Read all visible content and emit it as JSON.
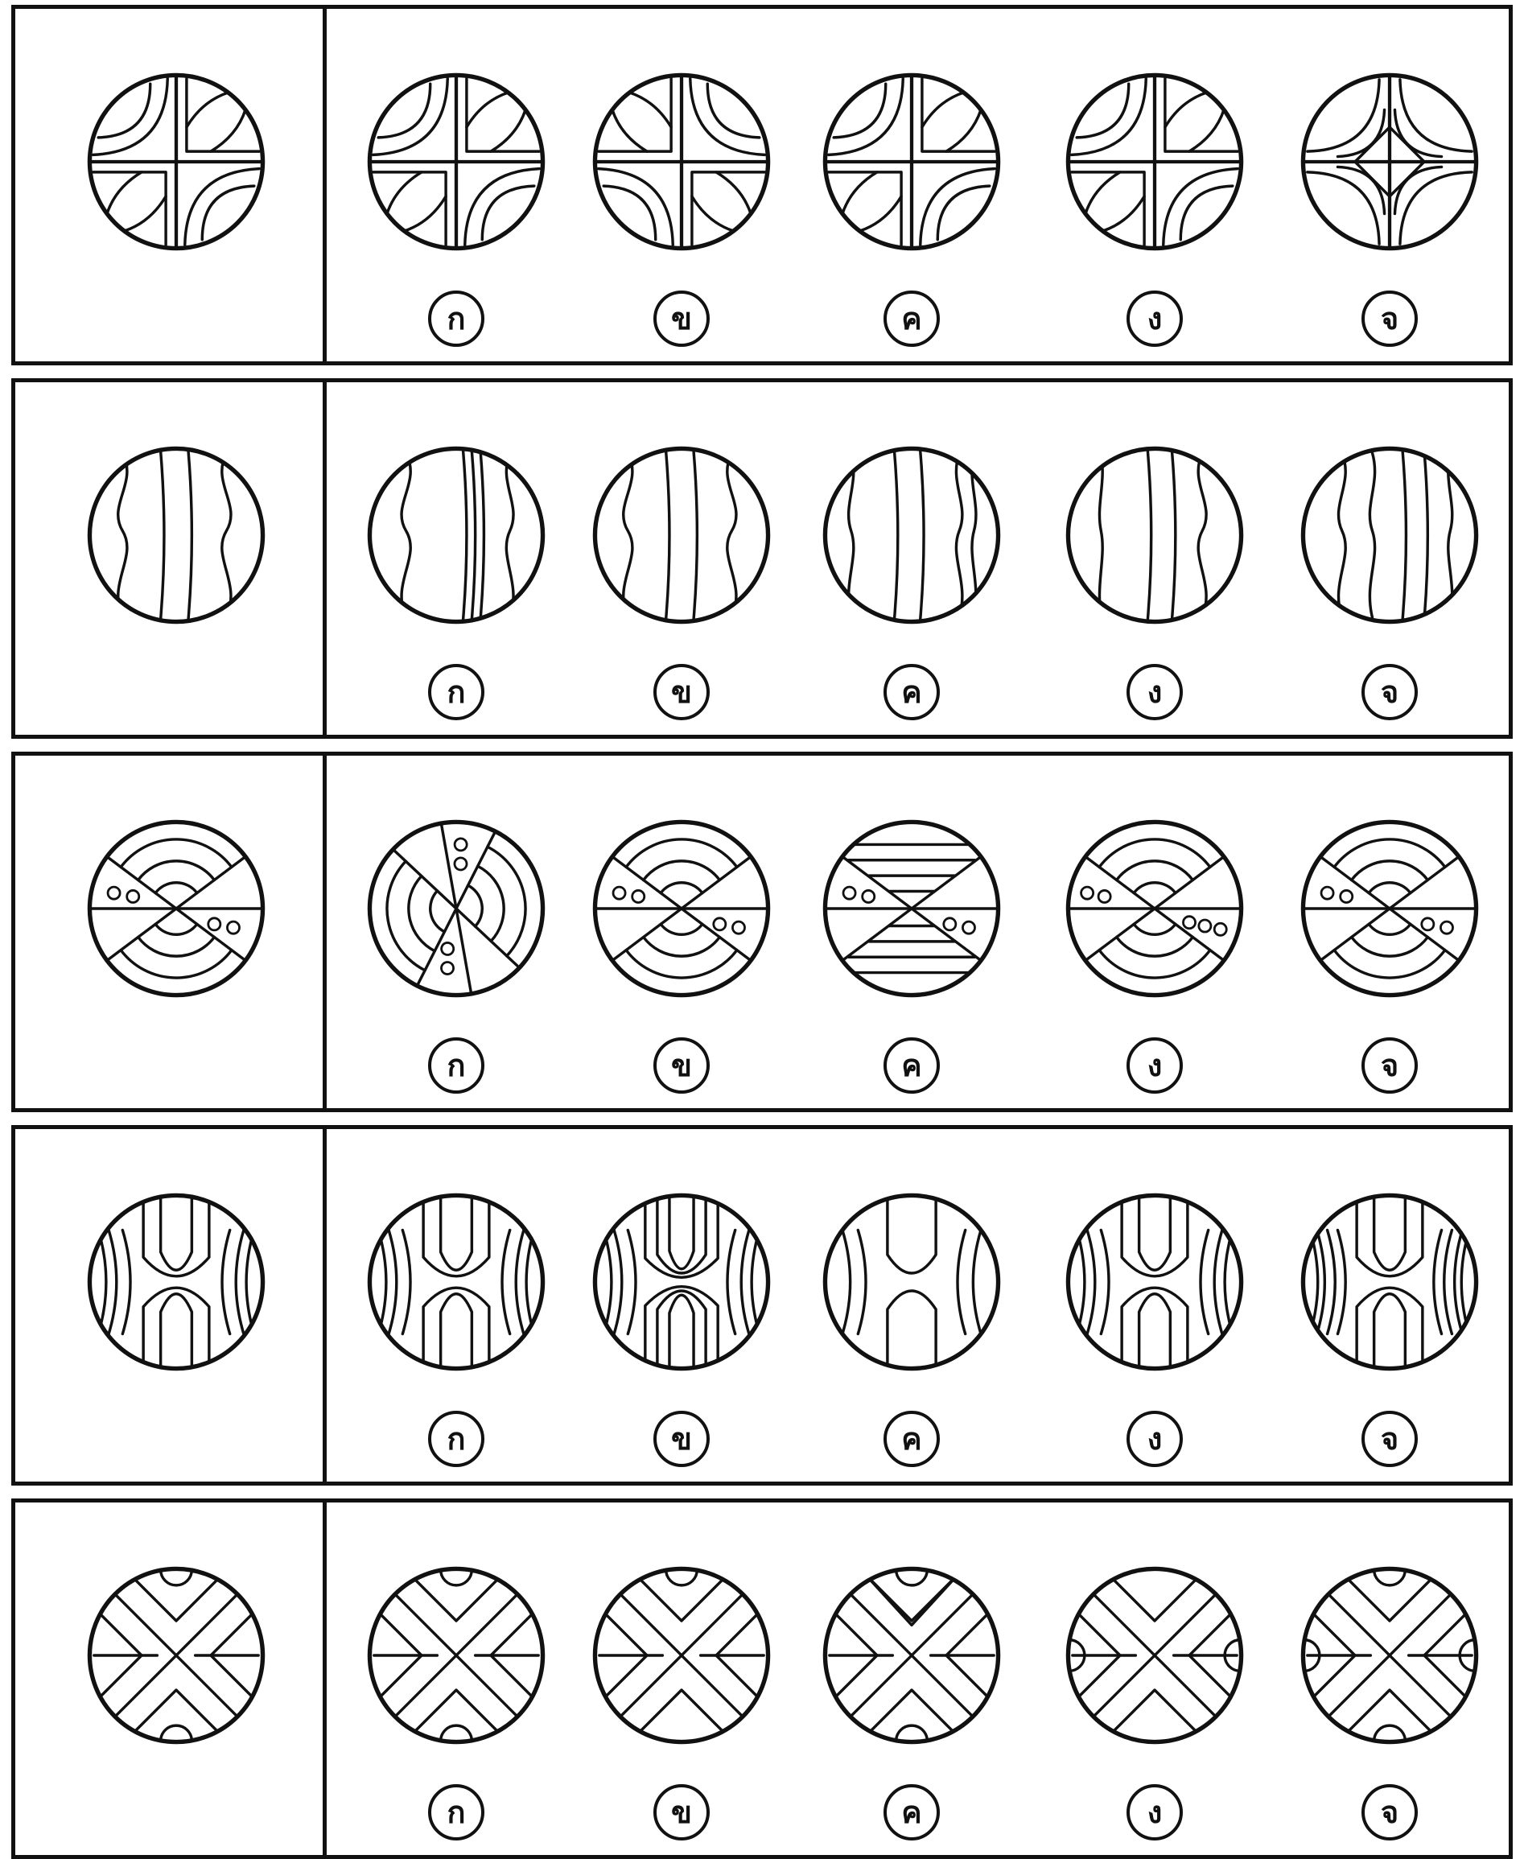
{
  "option_labels": [
    "ก",
    "ข",
    "ค",
    "ง",
    "จ"
  ],
  "problems": [
    {
      "pattern": "curved-cross",
      "prompt_variant": "base",
      "options": [
        {
          "label": "ก",
          "variant": "base"
        },
        {
          "label": "ข",
          "variant": "mirror"
        },
        {
          "label": "ค",
          "variant": "base"
        },
        {
          "label": "ง",
          "variant": "base"
        },
        {
          "label": "จ",
          "variant": "star"
        }
      ]
    },
    {
      "pattern": "wavy-stripes",
      "prompt_variant": "base",
      "options": [
        {
          "label": "ก",
          "variant": "v1"
        },
        {
          "label": "ข",
          "variant": "base"
        },
        {
          "label": "ค",
          "variant": "v2"
        },
        {
          "label": "ง",
          "variant": "v3"
        },
        {
          "label": "จ",
          "variant": "v4"
        }
      ]
    },
    {
      "pattern": "sector-arcs-dots",
      "prompt_variant": "base",
      "options": [
        {
          "label": "ก",
          "variant": "rotated"
        },
        {
          "label": "ข",
          "variant": "base"
        },
        {
          "label": "ค",
          "variant": "lines"
        },
        {
          "label": "ง",
          "variant": "three-dots"
        },
        {
          "label": "จ",
          "variant": "base"
        }
      ]
    },
    {
      "pattern": "arches",
      "prompt_variant": "base",
      "options": [
        {
          "label": "ก",
          "variant": "base"
        },
        {
          "label": "ข",
          "variant": "extra"
        },
        {
          "label": "ค",
          "variant": "fewer"
        },
        {
          "label": "ง",
          "variant": "base"
        },
        {
          "label": "จ",
          "variant": "extra-side"
        }
      ]
    },
    {
      "pattern": "x-chevrons",
      "prompt_variant": "base",
      "options": [
        {
          "label": "ก",
          "variant": "base"
        },
        {
          "label": "ข",
          "variant": "no-bottom"
        },
        {
          "label": "ค",
          "variant": "thin"
        },
        {
          "label": "ง",
          "variant": "side"
        },
        {
          "label": "จ",
          "variant": "all"
        }
      ]
    }
  ]
}
